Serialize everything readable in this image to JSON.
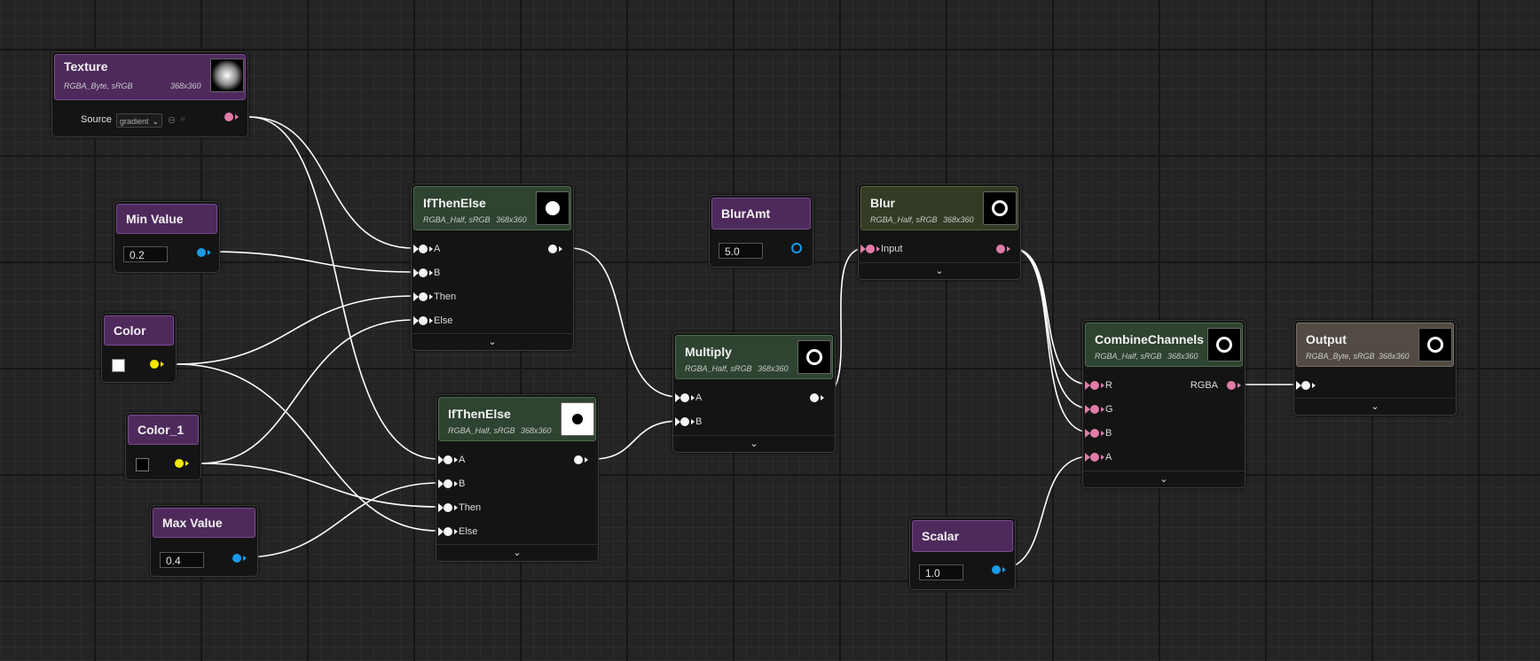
{
  "colors": {
    "wire": "#ffffff",
    "pin_image": "#e07ca8",
    "pin_float": "#1a9ae6",
    "pin_color": "#f2e800",
    "header_purple": "#4e2a5c",
    "header_green": "#2e4330",
    "header_olive": "#333b24",
    "header_taupe": "#524b43"
  },
  "nodes": {
    "texture": {
      "title": "Texture",
      "format": "RGBA_Byte, sRGB",
      "resolution": "368x360",
      "source_label": "Source",
      "source_value": "gradient",
      "thumb_icon": "radial-gradient-thumbnail"
    },
    "min_value": {
      "title": "Min Value",
      "value": "0.2"
    },
    "color": {
      "title": "Color",
      "swatch": "#ffffff"
    },
    "color_1": {
      "title": "Color_1",
      "swatch": "#000000"
    },
    "max_value": {
      "title": "Max Value",
      "value": "0.4"
    },
    "ifthenelse_1": {
      "title": "IfThenElse",
      "format": "RGBA_Half, sRGB",
      "resolution": "368x360",
      "pins": [
        "A",
        "B",
        "Then",
        "Else"
      ],
      "thumb_icon": "white-dot-thumbnail"
    },
    "ifthenelse_2": {
      "title": "IfThenElse",
      "format": "RGBA_Half, sRGB",
      "resolution": "368x360",
      "pins": [
        "A",
        "B",
        "Then",
        "Else"
      ],
      "thumb_icon": "black-dot-thumbnail"
    },
    "bluramt": {
      "title": "BlurAmt",
      "value": "5.0"
    },
    "multiply": {
      "title": "Multiply",
      "format": "RGBA_Half, sRGB",
      "resolution": "368x360",
      "pins": [
        "A",
        "B"
      ],
      "thumb_icon": "ring-thumbnail"
    },
    "blur": {
      "title": "Blur",
      "format": "RGBA_Half, sRGB",
      "resolution": "368x360",
      "pins": [
        "Input"
      ],
      "thumb_icon": "ring-thumbnail"
    },
    "combine": {
      "title": "CombineChannels",
      "format": "RGBA_Half, sRGB",
      "resolution": "368x360",
      "pins": [
        "R",
        "G",
        "B",
        "A"
      ],
      "output": "RGBA",
      "thumb_icon": "ring-thumbnail"
    },
    "output": {
      "title": "Output",
      "format": "RGBA_Byte, sRGB",
      "resolution": "368x360",
      "thumb_icon": "ring-thumbnail"
    },
    "scalar": {
      "title": "Scalar",
      "value": "1.0"
    }
  },
  "expand_glyph": "⌄"
}
